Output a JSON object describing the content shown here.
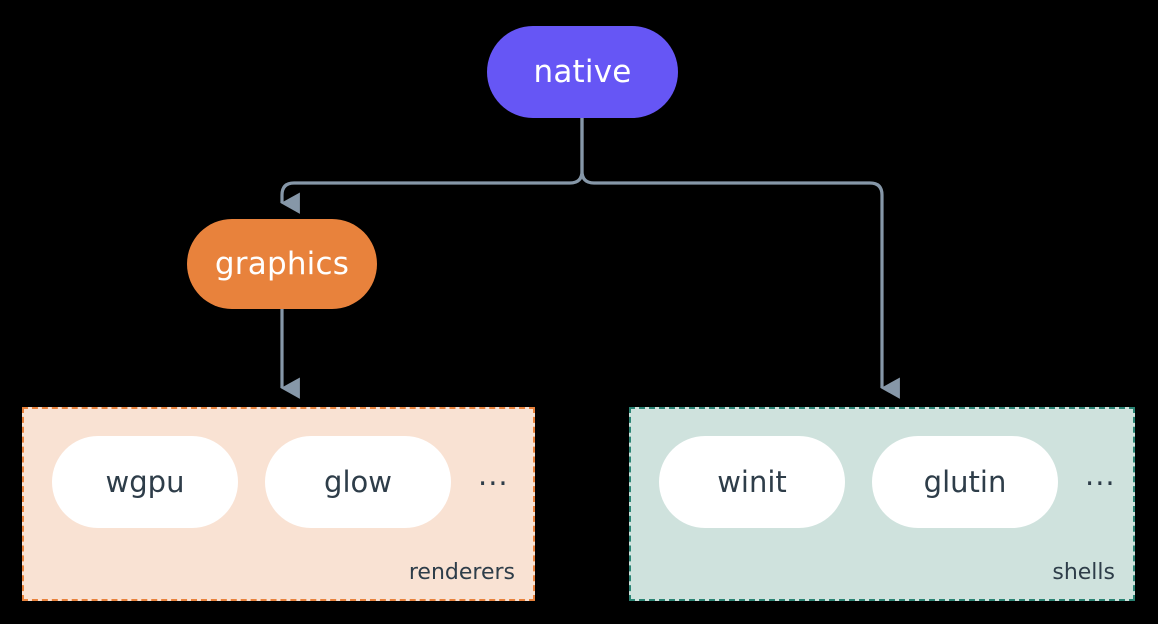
{
  "diagram": {
    "title": "native",
    "background_color": "#000000",
    "edge_color": "#8697a8",
    "root": {
      "label": "native",
      "color": "#6656f5",
      "text_color": "#ffffff"
    },
    "branch": {
      "label": "graphics",
      "color": "#e8823c",
      "text_color": "#ffffff"
    },
    "groups": [
      {
        "name": "renderers",
        "label": "renderers",
        "fill": "#f9e2d3",
        "border": "#e8823c",
        "items": [
          {
            "label": "wgpu"
          },
          {
            "label": "glow"
          }
        ],
        "ellipsis": "..."
      },
      {
        "name": "shells",
        "label": "shells",
        "fill": "#cfe2dd",
        "border": "#2b8474",
        "items": [
          {
            "label": "winit"
          },
          {
            "label": "glutin"
          }
        ],
        "ellipsis": "..."
      }
    ]
  }
}
